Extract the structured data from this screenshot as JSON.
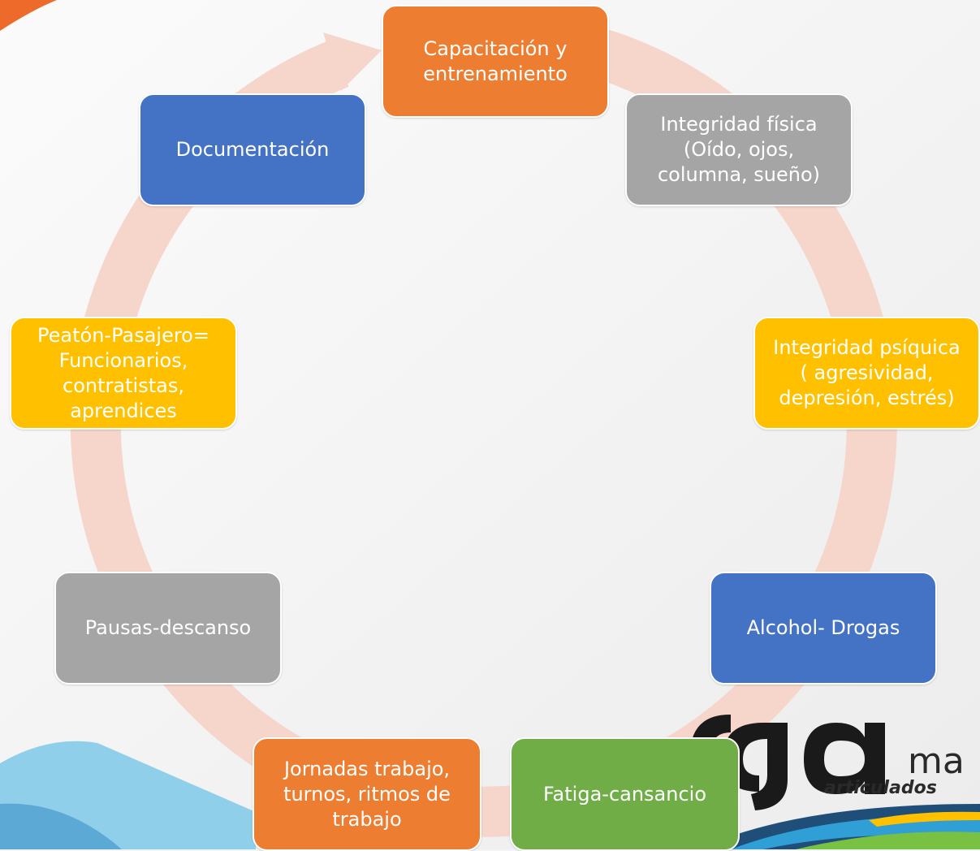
{
  "diagram": {
    "type": "cycle",
    "nodes": [
      {
        "id": "capacitacion",
        "text": "Capacitación  y\nentrenamiento",
        "color": "#ed7d31"
      },
      {
        "id": "integridad-fisica",
        "text": "Integridad física\n(Oído, ojos,\ncolumna, sueño)",
        "color": "#a5a5a5"
      },
      {
        "id": "integridad-psiquica",
        "text": "Integridad psíquica\n( agresividad,\ndepresión, estrés)",
        "color": "#ffc000"
      },
      {
        "id": "alcohol-drogas",
        "text": "Alcohol- Drogas",
        "color": "#4472c4"
      },
      {
        "id": "fatiga",
        "text": "Fatiga-cansancio",
        "color": "#70ad47"
      },
      {
        "id": "jornadas",
        "text": "Jornadas trabajo,\nturnos, ritmos de\ntrabajo",
        "color": "#ed7d31"
      },
      {
        "id": "pausas",
        "text": "Pausas-descanso",
        "color": "#a5a5a5"
      },
      {
        "id": "peaton",
        "text": "Peatón-Pasajero=\nFuncionarios,\ncontratistas,\naprendices",
        "color": "#ffc000"
      },
      {
        "id": "documentacion",
        "text": "Documentación",
        "color": "#4472c4"
      }
    ],
    "ring_color": "#f6d5cb"
  },
  "logo": {
    "word_main": "ma",
    "word_sub": "articulados"
  }
}
